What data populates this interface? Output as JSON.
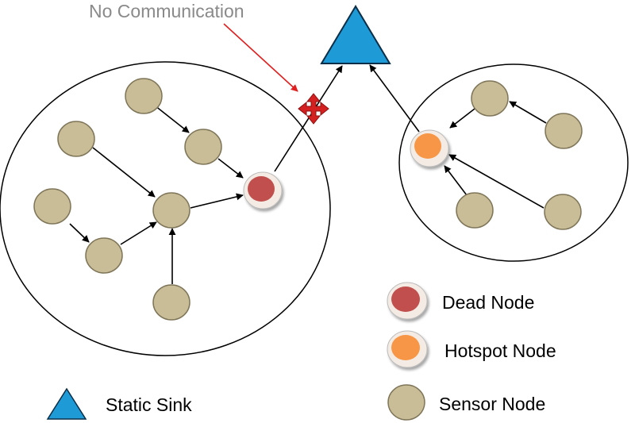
{
  "annotations": {
    "no_communication": "No Communication"
  },
  "legend": {
    "dead_node": "Dead Node",
    "hotspot_node": "Hotspot Node",
    "sensor_node": "Sensor Node",
    "static_sink": "Static Sink"
  },
  "colors": {
    "sensor_fill": "#c8bd97",
    "sensor_stroke": "#7f7659",
    "dead_fill": "#c0504d",
    "hotspot_fill": "#f79646",
    "sink_fill": "#1e9bd7",
    "sink_stroke": "#0b2e48",
    "broken_link": "#d42020",
    "arrow": "#000000",
    "annotation_arrow": "#e02020",
    "annotation_text": "#8a8a8a"
  }
}
